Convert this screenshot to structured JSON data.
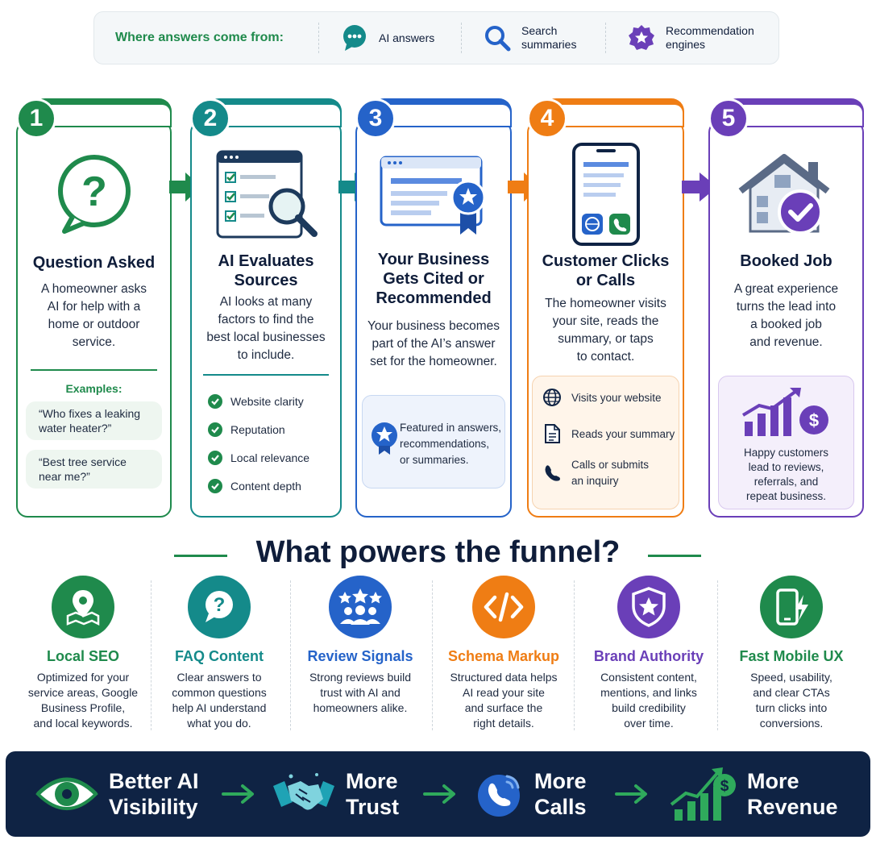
{
  "legend": {
    "lead": "Where answers come from:",
    "items": [
      {
        "line1": "AI answers",
        "line2": "",
        "icon": "chat-bubble-icon"
      },
      {
        "line1": "Search",
        "line2": "summaries",
        "icon": "magnifier-icon"
      },
      {
        "line1": "Recommendation",
        "line2": "engines",
        "icon": "star-badge-icon"
      }
    ]
  },
  "steps": [
    {
      "number": "1",
      "color": "#1f8a4c",
      "title": [
        "Question Asked"
      ],
      "desc": [
        "A homeowner asks",
        "AI for help with a",
        "home or outdoor",
        "service."
      ],
      "examples_title": "Examples:",
      "examples": [
        [
          "“Who fixes a leaking",
          "water heater?”"
        ],
        [
          "“Best tree service",
          "near me?”"
        ]
      ]
    },
    {
      "number": "2",
      "color": "#148a8a",
      "title": [
        "AI Evaluates",
        "Sources"
      ],
      "desc": [
        "AI looks at many",
        "factors to find the",
        "best local businesses",
        "to include."
      ],
      "checks": [
        "Website clarity",
        "Reputation",
        "Local relevance",
        "Content depth"
      ]
    },
    {
      "number": "3",
      "color": "#2563c9",
      "title": [
        "Your Business",
        "Gets Cited or",
        "Recommended"
      ],
      "desc": [
        "Your business becomes",
        "part of the AI’s answer",
        "set for the homeowner."
      ],
      "callout": [
        "Featured in answers,",
        "recommendations,",
        "or summaries."
      ]
    },
    {
      "number": "4",
      "color": "#ef7d14",
      "title": [
        "Customer Clicks",
        "or Calls"
      ],
      "desc": [
        "The homeowner visits",
        "your site, reads the",
        "summary, or taps",
        "to contact."
      ],
      "actions": [
        {
          "text": [
            "Visits your website"
          ],
          "icon": "globe-icon"
        },
        {
          "text": [
            "Reads your summary"
          ],
          "icon": "document-icon"
        },
        {
          "text": [
            "Calls or submits",
            "an inquiry"
          ],
          "icon": "phone-icon"
        }
      ]
    },
    {
      "number": "5",
      "color": "#6a3fb8",
      "title": [
        "Booked Job"
      ],
      "desc": [
        "A great experience",
        "turns the lead into",
        "a booked job",
        "and revenue."
      ],
      "callout": [
        "Happy customers",
        "lead to reviews,",
        "referrals, and",
        "repeat business."
      ]
    }
  ],
  "section_title": "What powers the funnel?",
  "pillars": [
    {
      "title": "Local SEO",
      "color": "#1f8a4c",
      "icon": "map-pin-icon",
      "desc": [
        "Optimized for your",
        "service areas, Google",
        "Business Profile,",
        "and local keywords."
      ]
    },
    {
      "title": "FAQ Content",
      "color": "#148a8a",
      "icon": "question-bubble-icon",
      "desc": [
        "Clear answers to",
        "common questions",
        "help AI understand",
        "what you do."
      ]
    },
    {
      "title": "Review Signals",
      "color": "#2563c9",
      "icon": "stars-people-icon",
      "desc": [
        "Strong reviews build",
        "trust with AI and",
        "homeowners alike."
      ]
    },
    {
      "title": "Schema Markup",
      "color": "#ef7d14",
      "icon": "code-icon",
      "desc": [
        "Structured data helps",
        "AI read your site",
        "and surface the",
        "right details."
      ]
    },
    {
      "title": "Brand Authority",
      "color": "#6a3fb8",
      "icon": "shield-star-icon",
      "desc": [
        "Consistent content,",
        "mentions, and links",
        "build credibility",
        "over time."
      ]
    },
    {
      "title": "Fast Mobile UX",
      "color": "#1f8a4c",
      "icon": "mobile-bolt-icon",
      "desc": [
        "Speed, usability,",
        "and clear CTAs",
        "turn clicks into",
        "conversions."
      ]
    }
  ],
  "banner": [
    {
      "line1": "Better AI",
      "line2": "Visibility",
      "icon": "eye-icon"
    },
    {
      "line1": "More",
      "line2": "Trust",
      "icon": "handshake-icon"
    },
    {
      "line1": "More",
      "line2": "Calls",
      "icon": "phone-call-icon"
    },
    {
      "line1": "More",
      "line2": "Revenue",
      "icon": "revenue-chart-icon"
    }
  ]
}
